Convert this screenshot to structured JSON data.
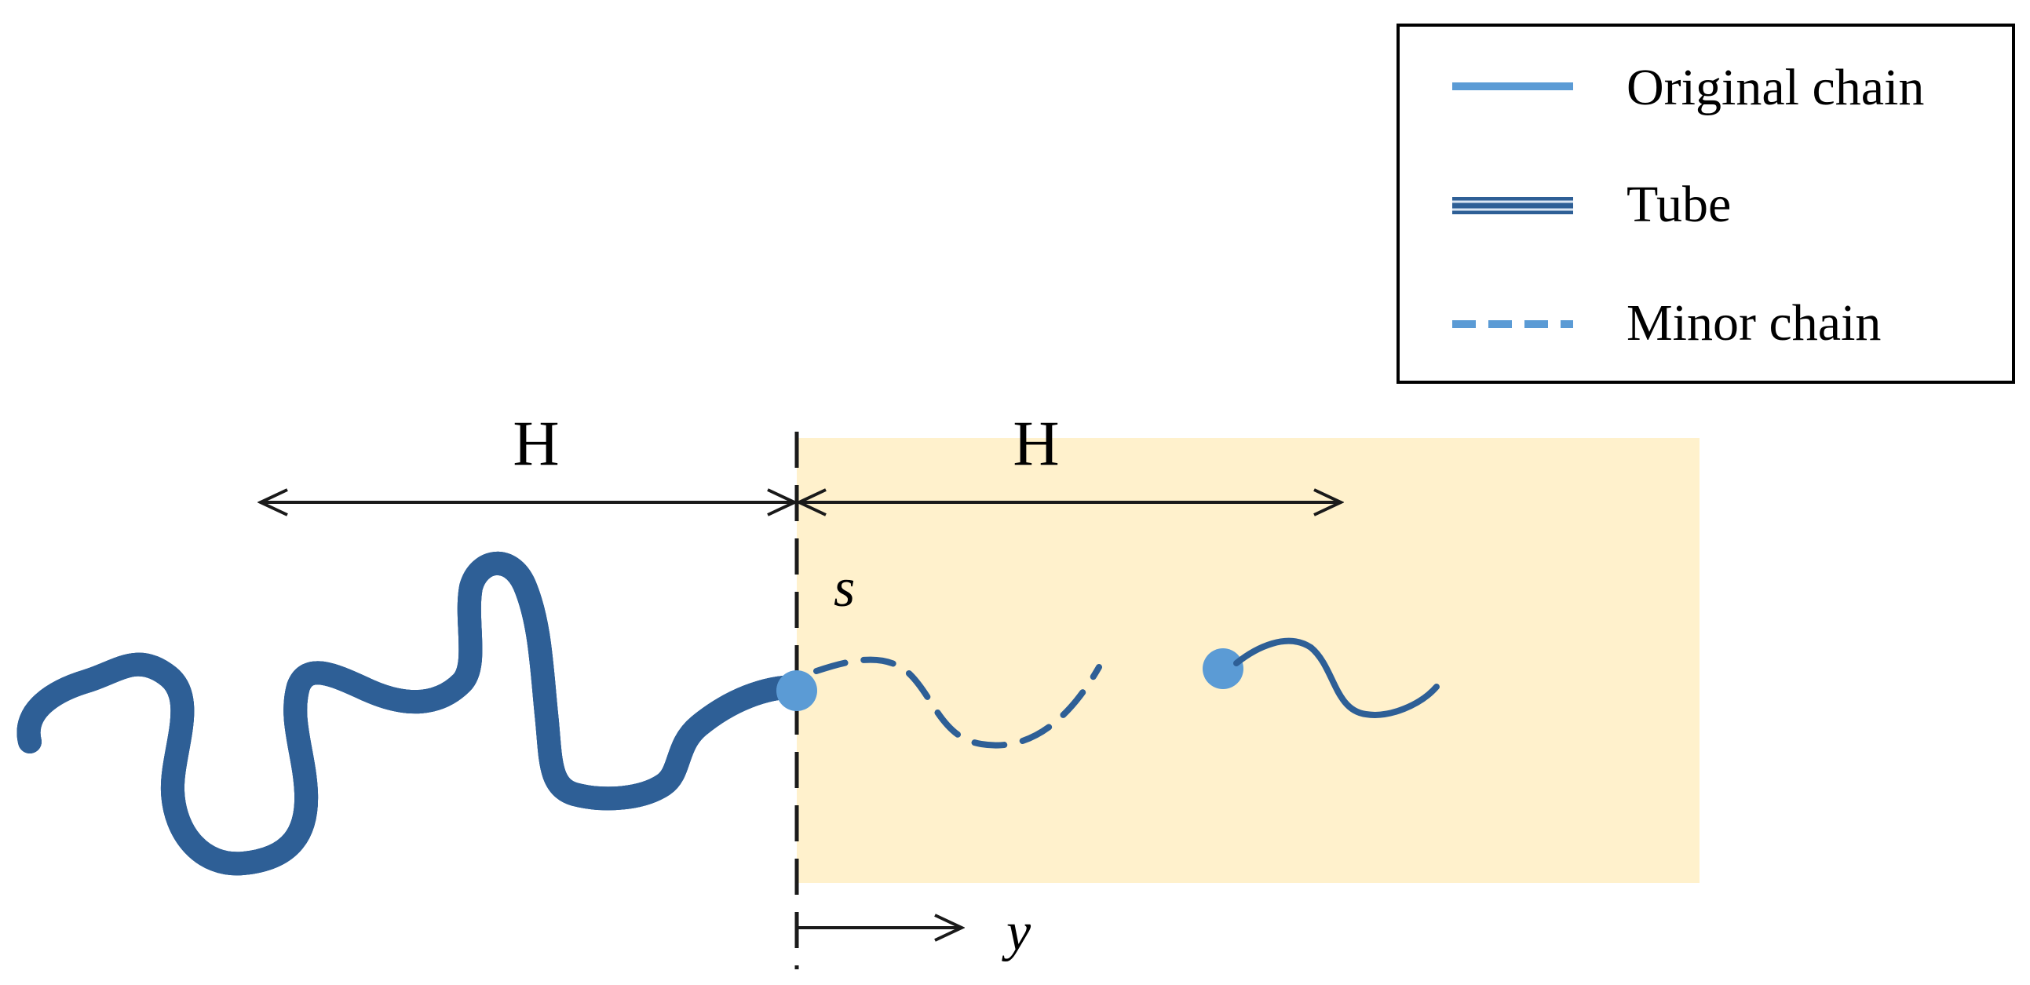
{
  "colors": {
    "chain_blue": "#5b9bd5",
    "tube_dark": "#2e5f96",
    "tube_light": "#dbe7f4",
    "region_fill": "#fff1cc",
    "line_black": "#1a1a1a"
  },
  "legend": {
    "items": [
      {
        "label": "Original chain",
        "style": "solid"
      },
      {
        "label": "Tube",
        "style": "tube"
      },
      {
        "label": "Minor chain",
        "style": "dashed"
      }
    ]
  },
  "dimensions": {
    "left_label": "H",
    "right_label": "H"
  },
  "variables": {
    "s_label": "s",
    "y_label": "y"
  }
}
